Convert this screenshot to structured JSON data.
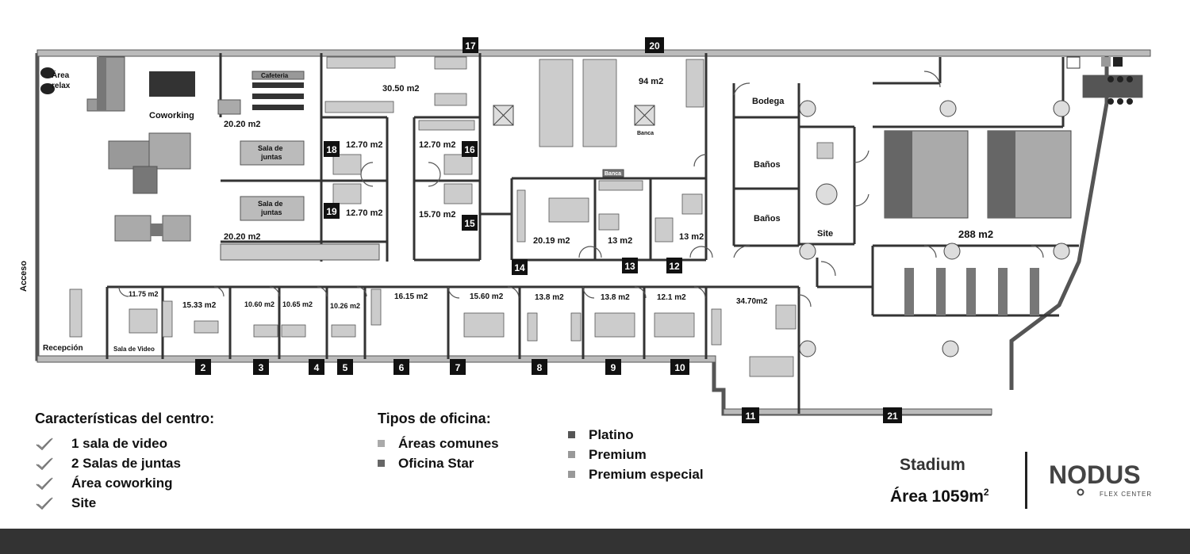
{
  "floorplan": {
    "access_label": "Acceso",
    "rooms": {
      "area_relax": "Área\nrelax",
      "coworking": "Coworking",
      "cafeteria": "Cafeteria",
      "sala_juntas_1_area": "20.20 m2",
      "sala_juntas_1": "Sala de\njuntas",
      "sala_juntas_2": "Sala de\njuntas",
      "sala_juntas_2_area": "20.20 m2",
      "room_30_50": "30.50 m2",
      "room_94": "94 m2",
      "banca_1": "Banca",
      "banca_2": "Banca",
      "room_18_area": "12.70 m2",
      "room_19_area": "12.70 m2",
      "room_16_area": "12.70 m2",
      "room_15_area": "15.70 m2",
      "room_14_area": "20.19 m2",
      "room_13_area": "13 m2",
      "room_12_area": "13 m2",
      "bodega": "Bodega",
      "banos_1": "Baños",
      "banos_2": "Baños",
      "site": "Site",
      "room_288": "288 m2",
      "recepcion": "Recepción",
      "sala_video": "Sala de Video",
      "room_11_75": "11.75 m2",
      "room_2_area": "15.33 m2",
      "room_3_area": "10.60 m2",
      "room_4_area": "10.65 m2",
      "room_5_area": "10.26 m2",
      "room_6_area": "16.15 m2",
      "room_7_area": "15.60 m2",
      "room_8_area": "13.8 m2",
      "room_9_area": "13.8 m2",
      "room_10_area": "12.1 m2",
      "room_11_area": "34.70m2"
    },
    "numbers": {
      "n2": "2",
      "n3": "3",
      "n4": "4",
      "n5": "5",
      "n6": "6",
      "n7": "7",
      "n8": "8",
      "n9": "9",
      "n10": "10",
      "n11": "11",
      "n12": "12",
      "n13": "13",
      "n14": "14",
      "n15": "15",
      "n16": "16",
      "n17": "17",
      "n18": "18",
      "n19": "19",
      "n20": "20",
      "n21": "21"
    }
  },
  "features": {
    "title": "Características del centro:",
    "items": [
      "1 sala de video",
      "2 Salas de juntas",
      "Área coworking",
      "Site"
    ]
  },
  "office_types": {
    "title": "Tipos de oficina:",
    "col1": [
      "Áreas comunes",
      "Oficina Star"
    ],
    "col2": [
      "Platino",
      "Premium",
      "Premium especial"
    ],
    "colors": {
      "areas_comunes": "#aaaaaa",
      "oficina_star": "#666666",
      "platino": "#555555",
      "premium": "#999999",
      "premium_especial": "#999999"
    }
  },
  "branding": {
    "location": "Stadium",
    "area": "Área 1059m",
    "area_sup": "2",
    "logo": "NODUS",
    "logo_sub": "FLEX CENTER"
  }
}
